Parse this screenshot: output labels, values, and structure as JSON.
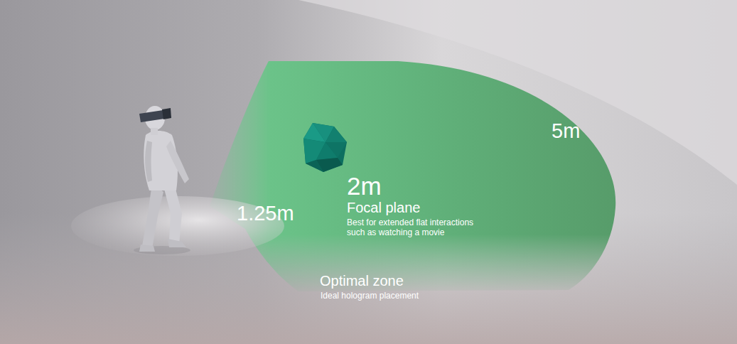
{
  "diagram": {
    "labels": [
      "5m",
      "2m",
      "Focal plane",
      "Best for extended flat interactions such as watching a movie",
      "1.25m",
      "Optimal zone",
      "Ideal hologram placement"
    ]
  }
}
